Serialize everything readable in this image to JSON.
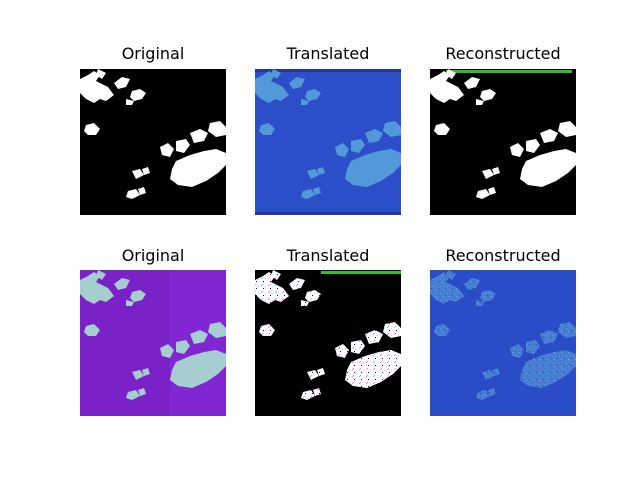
{
  "figure": {
    "rows": [
      {
        "panels": [
          {
            "title": "Original",
            "style": "binary"
          },
          {
            "title": "Translated",
            "style": "blue"
          },
          {
            "title": "Reconstructed",
            "style": "binary-green-bar"
          }
        ]
      },
      {
        "panels": [
          {
            "title": "Original",
            "style": "purple"
          },
          {
            "title": "Translated",
            "style": "binary-noisy-green-bar"
          },
          {
            "title": "Reconstructed",
            "style": "blue-noisy"
          }
        ]
      }
    ]
  },
  "colors": {
    "binary_bg": "#000000",
    "binary_fg": "#ffffff",
    "blue_bg": "#2a48c8",
    "blue_fg": "#5aa7dd",
    "purple_bg": "#7a22c8",
    "purple_fg": "#a8d8d0",
    "green_bar": "#2cc02c"
  }
}
